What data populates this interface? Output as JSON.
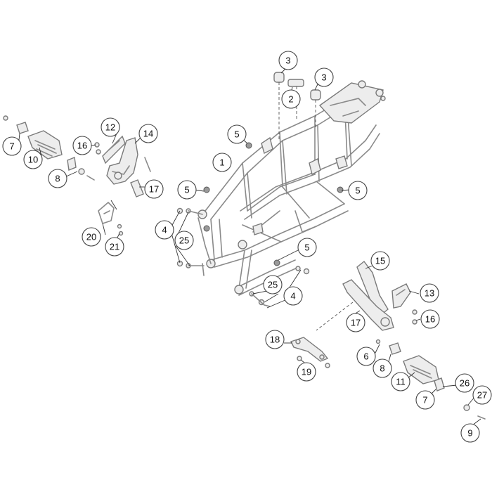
{
  "callouts": [
    {
      "id": "c3a",
      "label": "3"
    },
    {
      "id": "c3b",
      "label": "3"
    },
    {
      "id": "c2",
      "label": "2"
    },
    {
      "id": "c5a",
      "label": "5"
    },
    {
      "id": "c1",
      "label": "1"
    },
    {
      "id": "c5b",
      "label": "5"
    },
    {
      "id": "c5c",
      "label": "5"
    },
    {
      "id": "c5d",
      "label": "5"
    },
    {
      "id": "c4a",
      "label": "4"
    },
    {
      "id": "c25a",
      "label": "25"
    },
    {
      "id": "c25b",
      "label": "25"
    },
    {
      "id": "c4b",
      "label": "4"
    },
    {
      "id": "c7a",
      "label": "7"
    },
    {
      "id": "c10",
      "label": "10"
    },
    {
      "id": "c8a",
      "label": "8"
    },
    {
      "id": "c12",
      "label": "12"
    },
    {
      "id": "c14",
      "label": "14"
    },
    {
      "id": "c16a",
      "label": "16"
    },
    {
      "id": "c17a",
      "label": "17"
    },
    {
      "id": "c20",
      "label": "20"
    },
    {
      "id": "c21",
      "label": "21"
    },
    {
      "id": "c15",
      "label": "15"
    },
    {
      "id": "c13",
      "label": "13"
    },
    {
      "id": "c16b",
      "label": "16"
    },
    {
      "id": "c17b",
      "label": "17"
    },
    {
      "id": "c18",
      "label": "18"
    },
    {
      "id": "c19",
      "label": "19"
    },
    {
      "id": "c6",
      "label": "6"
    },
    {
      "id": "c8b",
      "label": "8"
    },
    {
      "id": "c11",
      "label": "11"
    },
    {
      "id": "c26",
      "label": "26"
    },
    {
      "id": "c27",
      "label": "27"
    },
    {
      "id": "c7b",
      "label": "7"
    },
    {
      "id": "c9",
      "label": "9"
    }
  ]
}
